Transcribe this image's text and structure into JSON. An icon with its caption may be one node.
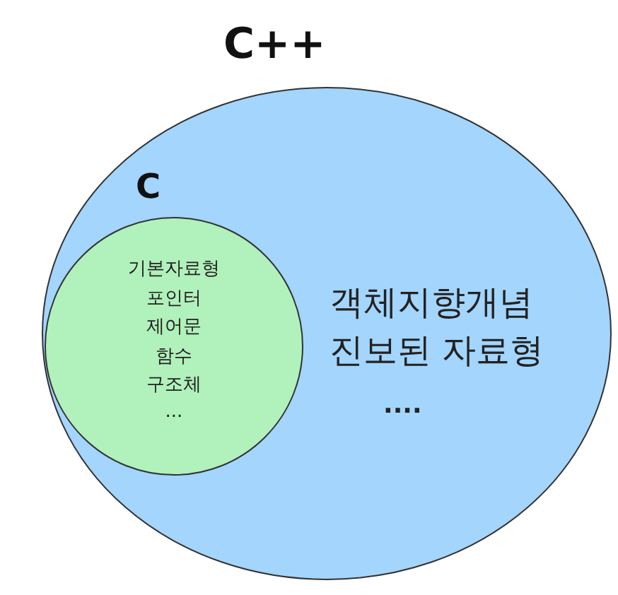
{
  "diagram": {
    "nodes": [
      {
        "text": [
          "C++",
          "객체지향개념",
          "진보된 자료형",
          "...."
        ]
      },
      {
        "text": [
          "C",
          "기본자료형",
          "포인터",
          "제어문",
          "함수",
          "구조체",
          "..."
        ],
        "in": 0
      }
    ]
  }
}
